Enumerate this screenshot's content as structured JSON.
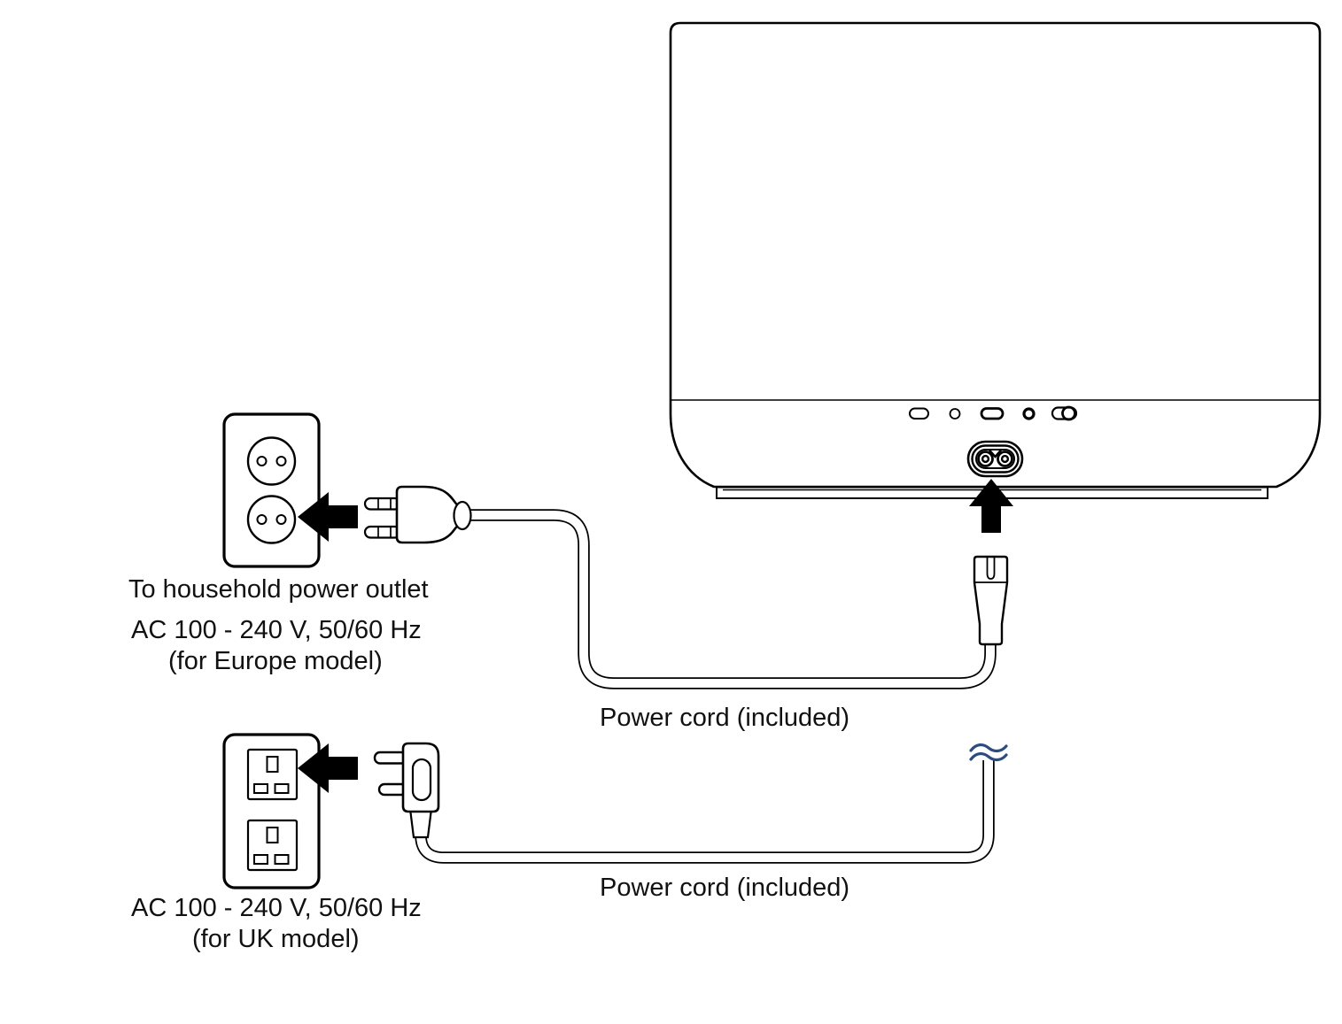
{
  "diagram": {
    "labels": {
      "outlet_note": "To household power outlet",
      "europe_spec": "AC 100 - 240 V, 50/60 Hz",
      "europe_model": "(for Europe model)",
      "europe_cord": "Power cord (included)",
      "uk_cord": "Power cord (included)",
      "uk_spec": "AC 100 - 240 V, 50/60 Hz",
      "uk_model": "(for UK model)"
    },
    "colors": {
      "line": "#000000",
      "text": "#111111",
      "background": "#ffffff",
      "break_mark": "#2b4c7e"
    },
    "icons": [
      "device-rear-panel",
      "rear-port-row",
      "ac-inlet-c7",
      "insert-up-arrow",
      "power-cord-europe",
      "c7-plug",
      "europlug",
      "euro-wall-outlet",
      "plug-to-outlet-arrow-europe",
      "power-cord-uk",
      "cord-break-mark",
      "uk-plug",
      "uk-wall-outlet",
      "plug-to-outlet-arrow-uk"
    ]
  }
}
